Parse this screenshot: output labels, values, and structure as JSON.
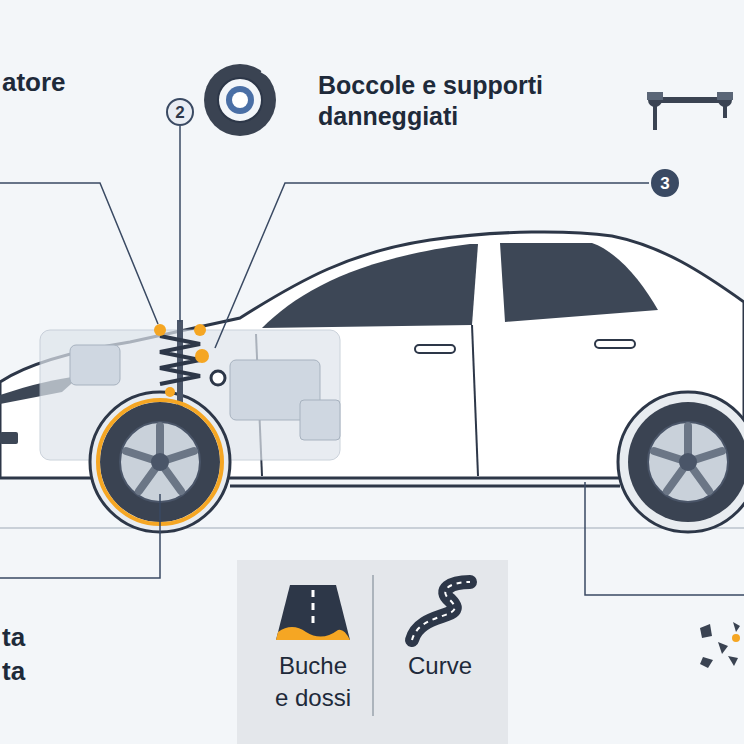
{
  "diagram": {
    "nodes": [
      {
        "text": [
          "2"
        ]
      },
      {
        "text": [
          "3"
        ]
      },
      {
        "text": [
          "Buche e dossi",
          "Curve"
        ]
      }
    ],
    "labels": [
      "atore",
      "Boccole e supporti danneggiati",
      "ta",
      "ta"
    ]
  }
}
